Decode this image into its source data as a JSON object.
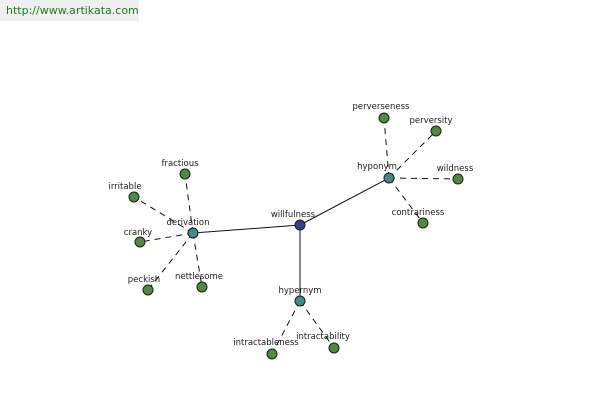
{
  "banner": {
    "url": "http://www.artikata.com"
  },
  "colors": {
    "root": "#3c3c8c",
    "relation": "#3f8a8a",
    "leaf": "#4e8c3c",
    "banner_text": "#1f7a1f",
    "banner_bg": "#efefef"
  },
  "graph": {
    "root": "willfulness",
    "relations": [
      {
        "label": "derivation",
        "words": [
          "fractious",
          "irritable",
          "cranky",
          "peckish",
          "nettlesome"
        ]
      },
      {
        "label": "hyponym",
        "words": [
          "perverseness",
          "perversity",
          "wildness",
          "contrariness"
        ]
      },
      {
        "label": "hypernym",
        "words": [
          "intractableness",
          "intractability"
        ]
      }
    ]
  }
}
